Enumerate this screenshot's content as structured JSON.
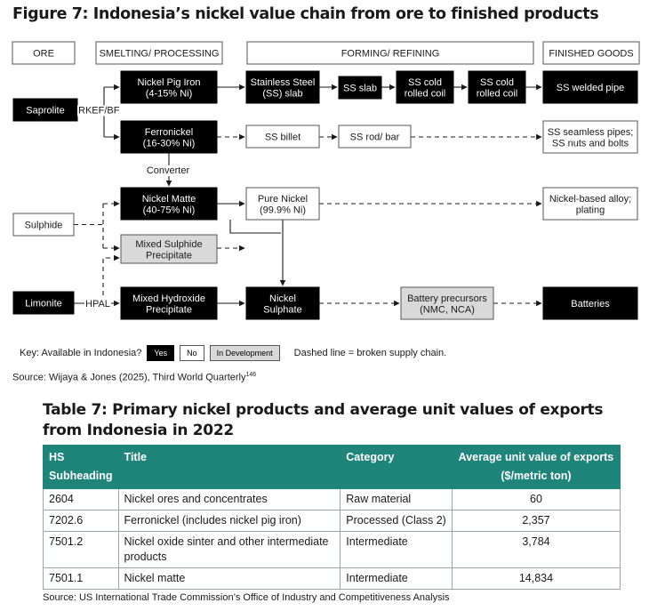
{
  "figure": {
    "title": "Figure 7: Indonesia’s nickel value chain from ore to finished products",
    "columns": [
      "ORE",
      "SMELTING/ PROCESSING",
      "FORMING/ REFINING",
      "FINISHED GOODS"
    ],
    "nodes": {
      "saprolite": [
        "Saprolite"
      ],
      "sulphide": [
        "Sulphide"
      ],
      "limonite": [
        "Limonite"
      ],
      "npi": [
        "Nickel Pig Iron",
        "(4-15% Ni)"
      ],
      "ferronickel": [
        "Ferronickel",
        "(16-30% Ni)"
      ],
      "matte": [
        "Nickel Matte",
        "(40-75% Ni)"
      ],
      "msp": [
        "Mixed Sulphide",
        "Precipitate"
      ],
      "mhp": [
        "Mixed Hydroxide",
        "Precipitate"
      ],
      "ss_slab": [
        "Stainless Steel",
        "(SS) slab"
      ],
      "slab": [
        "SS slab"
      ],
      "cold1": [
        "SS cold",
        "rolled coil"
      ],
      "cold2": [
        "SS cold",
        "rolled coil"
      ],
      "welded": [
        "SS welded pipe"
      ],
      "billet": [
        "SS billet"
      ],
      "rod": [
        "SS rod/ bar"
      ],
      "seamless": [
        "SS seamless pipes;",
        "SS nuts and bolts"
      ],
      "pure": [
        "Pure Nickel",
        "(99.9% Ni)"
      ],
      "alloy": [
        "Nickel-based alloy;",
        "plating"
      ],
      "sulphate": [
        "Nickel",
        "Sulphate"
      ],
      "battery_prec": [
        "Battery precursors",
        "(NMC, NCA)"
      ],
      "batteries": [
        "Batteries"
      ]
    },
    "edge_labels": {
      "rkef": "RKEF/BF",
      "converter": "Converter",
      "hpal": "HPAL"
    },
    "colors": {
      "available": "#000000",
      "not_available": "#ffffff",
      "in_development": "#d9d9d9"
    }
  },
  "key": {
    "label": "Key: Available in Indonesia?",
    "yes": "Yes",
    "no": "No",
    "dev": "In Development",
    "dashed_note": "Dashed line = broken supply chain."
  },
  "figure_source": {
    "text": "Source: Wijaya & Jones (2025), Third World Quarterly",
    "sup": "146"
  },
  "table": {
    "title": "Table 7: Primary nickel products and average unit values of exports from Indonesia in 2022",
    "headers": [
      "HS Subheading",
      "Title",
      "Category",
      "Average unit value of exports ($/metric ton)"
    ],
    "rows": [
      [
        "2604",
        "Nickel ores and concentrates",
        "Raw material",
        "60"
      ],
      [
        "7202.6",
        "Ferronickel (includes nickel pig iron)",
        "Processed (Class 2)",
        "2,357"
      ],
      [
        "7501.2",
        "Nickel oxide sinter and other intermediate products",
        "Intermediate",
        "3,784"
      ],
      [
        "7501.1",
        "Nickel matte",
        "Intermediate",
        "14,834"
      ]
    ],
    "header_color": "#1f8479",
    "source": "Source: US International Trade Commission’s Office of Industry and Competitiveness Analysis"
  }
}
